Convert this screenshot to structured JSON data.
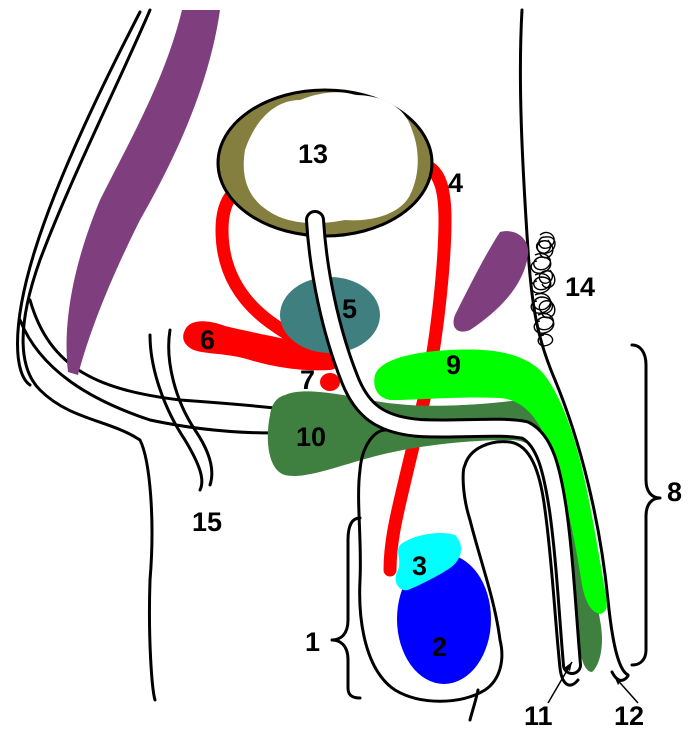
{
  "labels": {
    "l1": "1",
    "l2": "2",
    "l3": "3",
    "l4": "4",
    "l5": "5",
    "l6": "6",
    "l7": "7",
    "l8": "8",
    "l9": "9",
    "l10": "10",
    "l11": "11",
    "l12": "12",
    "l13": "13",
    "l14": "14",
    "l15": "15"
  },
  "colors": {
    "bladder": "#857f3f",
    "vas_deferens": "#ff0000",
    "prostate": "#3f7f7f",
    "seminal_region_light": "#00ff00",
    "erectile_tissue_dark": "#3f7f3f",
    "testis": "#0000ff",
    "epididymis": "#00ffff",
    "bone": "#7f3f7f",
    "outline": "#000000"
  }
}
